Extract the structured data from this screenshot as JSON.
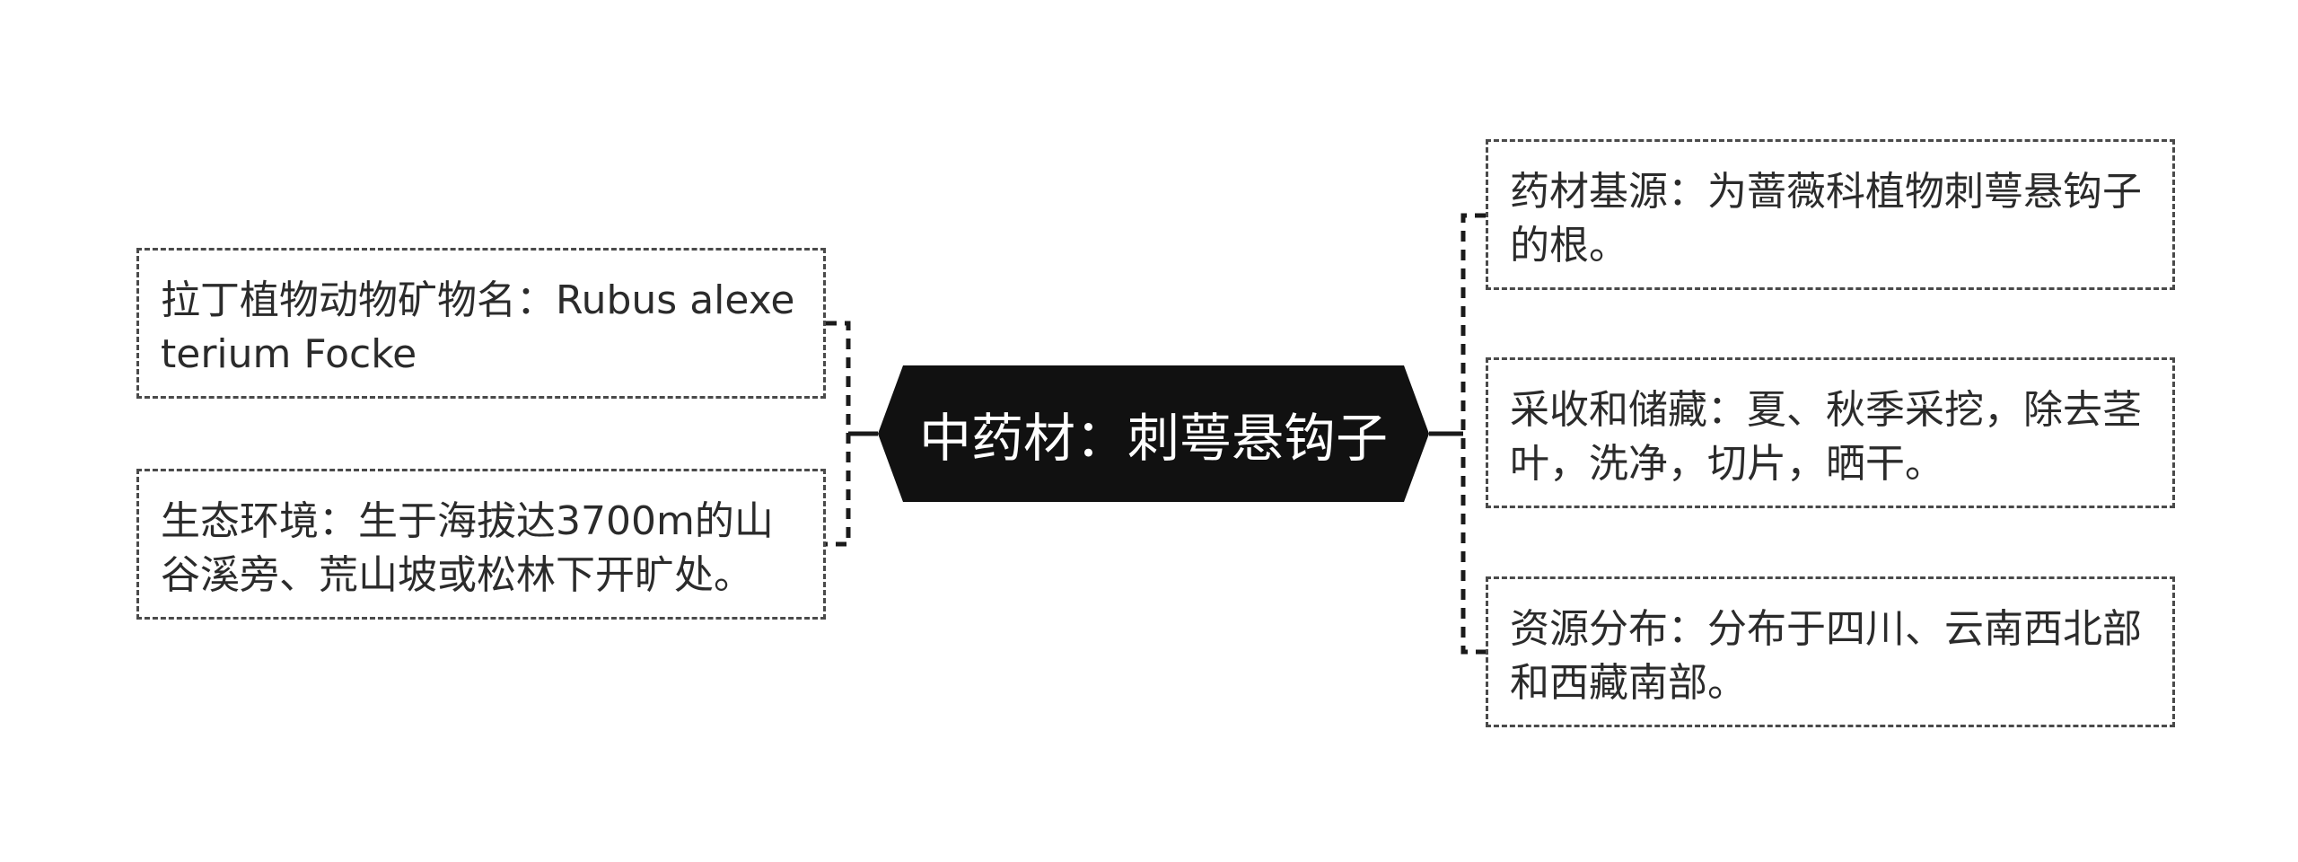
{
  "center": {
    "label": "中药材：刺萼悬钩子"
  },
  "left_branches": [
    {
      "text": "拉丁植物动物矿物名：Rubus alexeterium Focke"
    },
    {
      "text": "生态环境：生于海拔达3700m的山谷溪旁、荒山坡或松林下开旷处。"
    }
  ],
  "right_branches": [
    {
      "text": "药材基源：为蔷薇科植物刺萼悬钩子的根。"
    },
    {
      "text": "采收和储藏：夏、秋季采挖，除去茎叶，洗净，切片，晒干。"
    },
    {
      "text": "资源分布：分布于四川、云南西北部和西藏南部。"
    }
  ],
  "colors": {
    "center_fill": "#111111",
    "center_text": "#ffffff",
    "border": "#4a4a4a",
    "connector": "#1a1a1a"
  }
}
